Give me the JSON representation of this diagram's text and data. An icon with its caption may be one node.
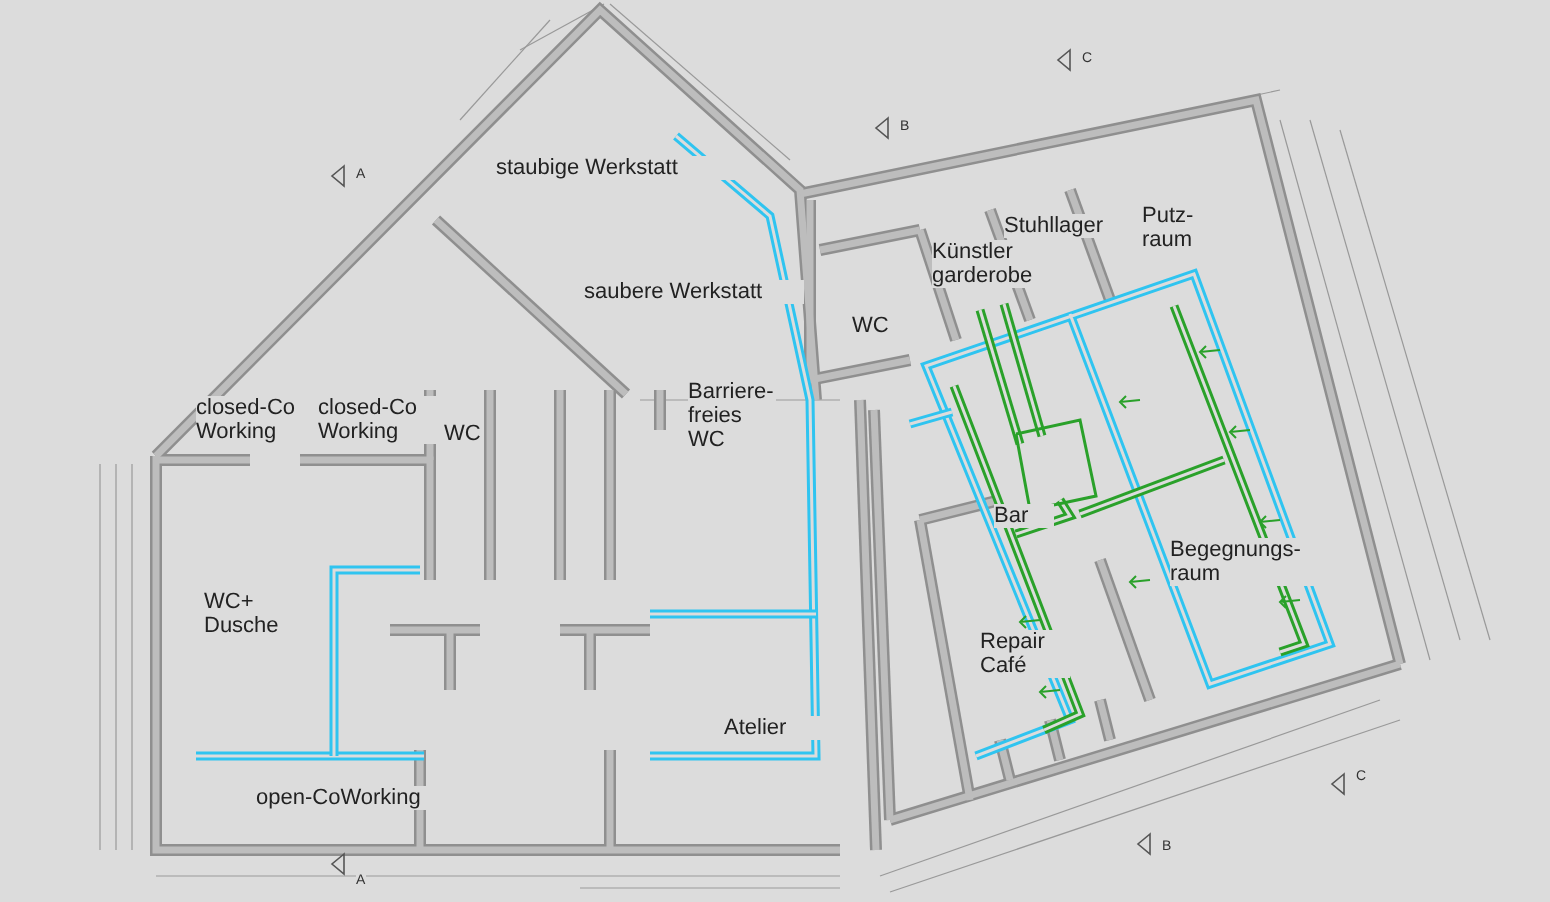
{
  "diagram": {
    "labels": [
      "A",
      "C",
      "B",
      "staubige Werkstatt",
      "saubere Werkstatt",
      "Künstler garderobe",
      "Stuhllager",
      "Putz- raum",
      "WC",
      "Barriere- freies WC",
      "WC",
      "closed-Co Working",
      "closed-Co Working",
      "Bar",
      "Begegnungs- raum",
      "WC+ Dusche",
      "Repair Café",
      "Atelier",
      "open-CoWorking",
      "C",
      "B",
      "A"
    ]
  }
}
